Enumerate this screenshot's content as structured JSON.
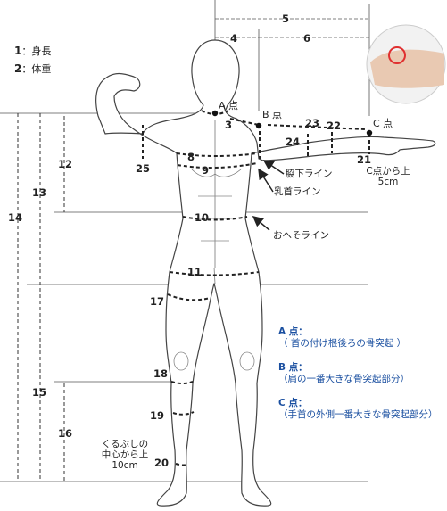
{
  "legend": [
    {
      "num": "1",
      "text": "：身長"
    },
    {
      "num": "2",
      "text": "：体重"
    }
  ],
  "measure_numbers": [
    "3",
    "4",
    "5",
    "6",
    "8",
    "9",
    "10",
    "11",
    "12",
    "13",
    "14",
    "15",
    "16",
    "17",
    "18",
    "19",
    "20",
    "21",
    "22",
    "23",
    "24",
    "25"
  ],
  "points": {
    "a": "A 点",
    "b": "B 点",
    "c": "C 点"
  },
  "lines": {
    "axilla": "脇下ライン",
    "nipple": "乳首ライン",
    "navel": "おへそライン"
  },
  "c_offset": [
    "C点から上",
    "5cm"
  ],
  "ankle_note": [
    "くるぶしの",
    "中心から上",
    "10cm"
  ],
  "definitions": [
    {
      "title": "A 点：",
      "desc": "（ 首の付け根後ろの骨突起 ）"
    },
    {
      "title": "B 点：",
      "desc": "（肩の一番大きな骨突起部分）"
    },
    {
      "title": "C 点：",
      "desc": "（手首の外側一番大きな骨突起部分）"
    }
  ],
  "colors": {
    "definition_text": "#1a4fa0",
    "marker_circle": "#e03030",
    "line": "#333333",
    "skin": "#e9c9b2"
  }
}
